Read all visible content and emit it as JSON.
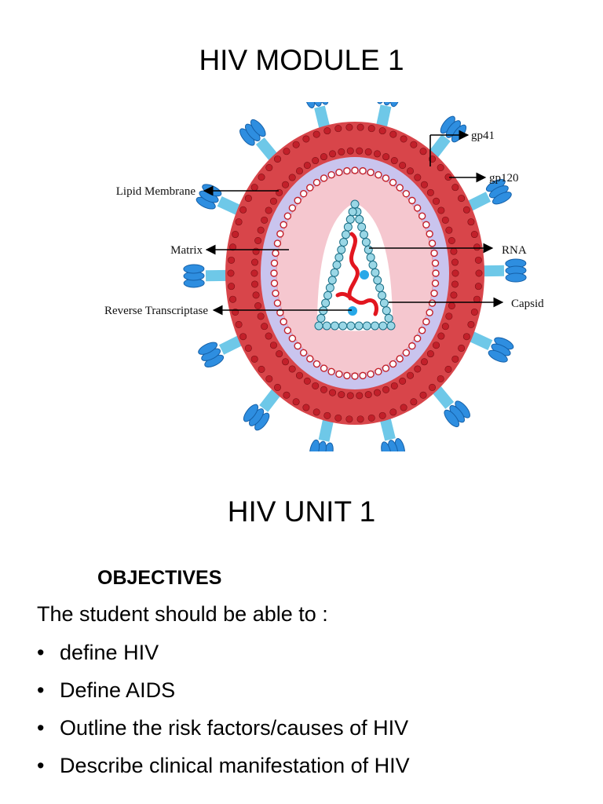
{
  "main_title": "HIV MODULE 1",
  "diagram": {
    "labels": {
      "gp41": "gp41",
      "gp120": "gp120",
      "lipid_membrane": "Lipid Membrane",
      "matrix": "Matrix",
      "rna": "RNA",
      "reverse_transcriptase": "Reverse Transcriptase",
      "capsid": "Capsid"
    },
    "colors": {
      "outer_membrane": "#d8454a",
      "membrane_beads": "#c2202a",
      "matrix_band": "#c9c4ee",
      "interior": "#f5c7cf",
      "capsid_beads": "#9ad7e6",
      "spike_blue": "#2e8ee0",
      "rna_red": "#e2161f",
      "rt_dot": "#26a8e8"
    }
  },
  "unit_title": "HIV  UNIT 1",
  "objectives_heading": "OBJECTIVES",
  "intro": "The student should be able to :",
  "bullet_char": "•",
  "objectives": [
    "define  HIV",
    "Define AIDS",
    "Outline the risk factors/causes of HIV",
    "Describe clinical manifestation of HIV"
  ]
}
